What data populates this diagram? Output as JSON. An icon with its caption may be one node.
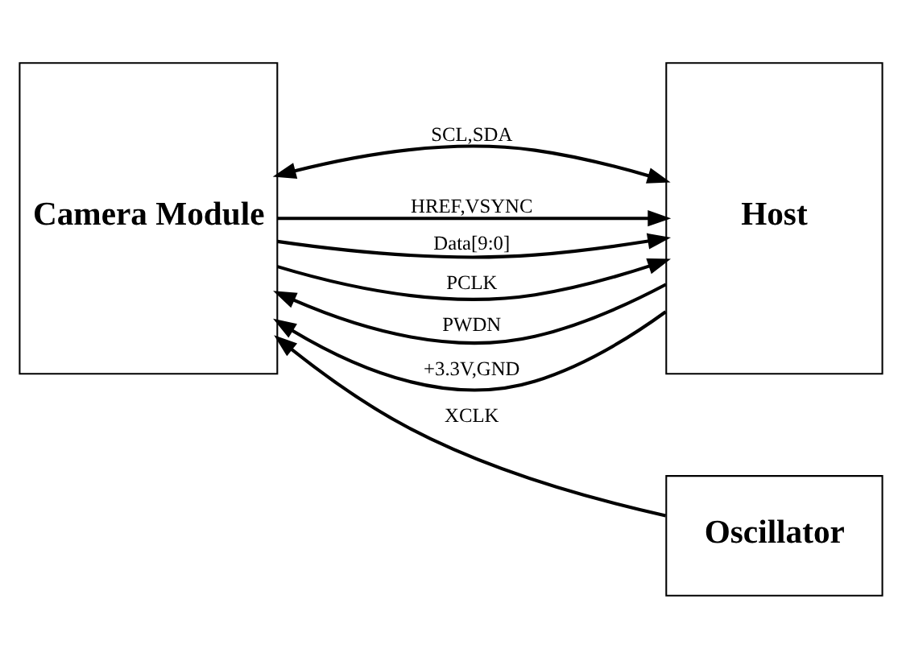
{
  "diagram": {
    "nodes": [
      {
        "text": [
          "Camera Module"
        ]
      },
      {
        "text": [
          "Host"
        ]
      },
      {
        "text": [
          "Oscillator"
        ]
      }
    ],
    "edges": [
      {
        "from": 0,
        "to": 1,
        "arrow": "both",
        "label": "SCL,SDA"
      },
      {
        "from": 0,
        "to": 1,
        "arrow": "to",
        "label": "HREF,VSYNC"
      },
      {
        "from": 0,
        "to": 1,
        "arrow": "to",
        "label": "Data[9:0]"
      },
      {
        "from": 0,
        "to": 1,
        "arrow": "to",
        "label": "PCLK"
      },
      {
        "from": 1,
        "to": 0,
        "arrow": "to",
        "label": "PWDN"
      },
      {
        "from": 1,
        "to": 0,
        "arrow": "to",
        "label": "+3.3V,GND"
      },
      {
        "from": 2,
        "to": 0,
        "arrow": "to",
        "label": "XCLK"
      }
    ]
  }
}
